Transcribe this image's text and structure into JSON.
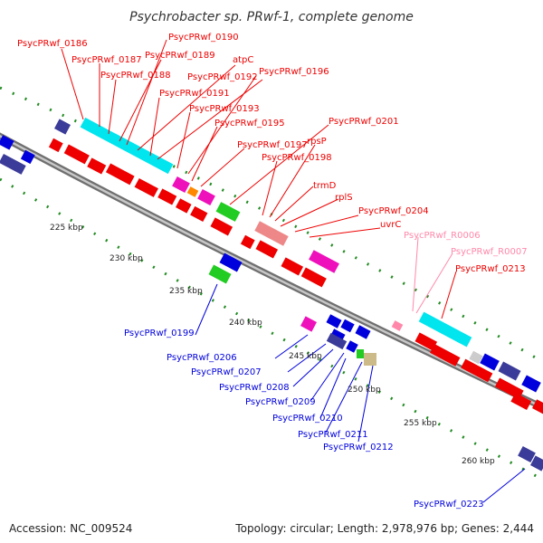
{
  "title": "Psychrobacter sp. PRwf-1, complete genome",
  "footer": {
    "accession": "Accession: NC_009524",
    "topology": "Topology: circular; Length: 2,978,976 bp; Genes: 2,444"
  },
  "colors": {
    "cds_forward": "#ee0000",
    "cds_reverse": "#0000dd",
    "rna_label": "#ff88aa",
    "backbone": "#888888",
    "tick_dots": "#228b22",
    "cyan": "#00e5ee",
    "magenta": "#ee11bb",
    "green": "#22cc22",
    "navy": "#3b3b99",
    "salmon": "#ee8888",
    "orange": "#ff8800",
    "tan": "#ccbb88",
    "gray": "#cccccc"
  },
  "ticks": [
    "225 kbp",
    "230 kbp",
    "235 kbp",
    "240 kbp",
    "245 kbp",
    "250 kbp",
    "255 kbp",
    "260 kbp"
  ],
  "labels_red": [
    "PsycPRwf_0186",
    "PsycPRwf_0187",
    "PsycPRwf_0188",
    "PsycPRwf_0189",
    "PsycPRwf_0190",
    "atpC",
    "PsycPRwf_0191",
    "PsycPRwf_0192",
    "PsycPRwf_0193",
    "PsycPRwf_0196",
    "PsycPRwf_0195",
    "PsycPRwf_0197",
    "PsycPRwf_0201",
    "rpsP",
    "PsycPRwf_0198",
    "trmD",
    "rplS",
    "PsycPRwf_0204",
    "uvrC",
    "PsycPRwf_0213"
  ],
  "labels_pink": [
    "PsycPRwf_R0006",
    "PsycPRwf_R0007"
  ],
  "labels_blue": [
    "PsycPRwf_0199",
    "PsycPRwf_0206",
    "PsycPRwf_0207",
    "PsycPRwf_0208",
    "PsycPRwf_0209",
    "PsycPRwf_0210",
    "PsycPRwf_0211",
    "PsycPRwf_0212",
    "PsycPRwf_0223"
  ]
}
